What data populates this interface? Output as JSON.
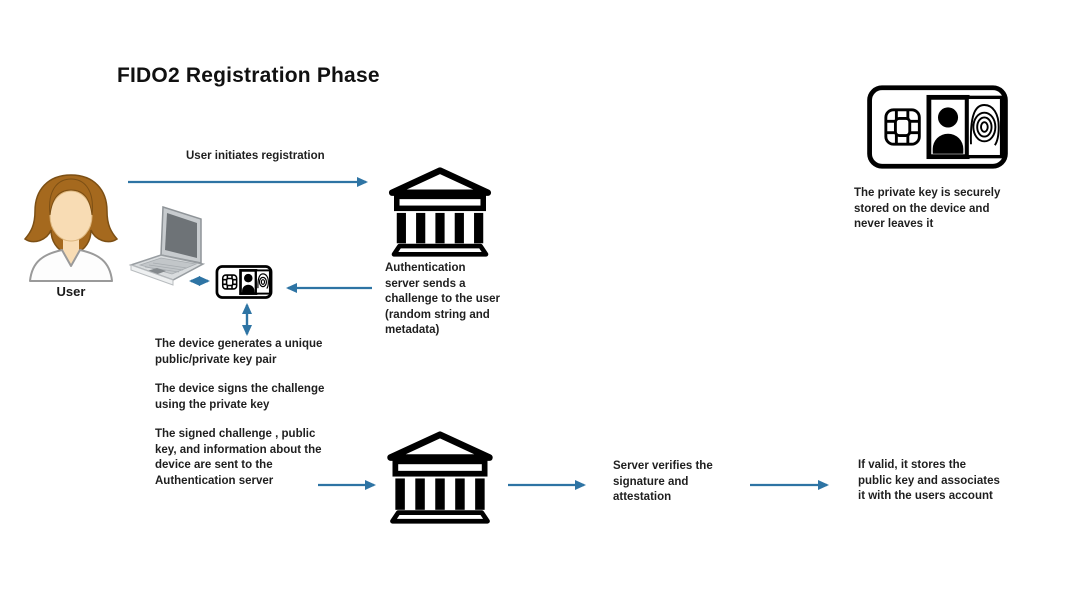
{
  "title": "FIDO2 Registration Phase",
  "user": {
    "label": "User"
  },
  "icons": {
    "user": "woman-user-icon",
    "laptop": "laptop-icon",
    "device_card": "security-key-card-icon",
    "auth_server_top": "bank-building-icon",
    "auth_server_bottom": "bank-building-icon",
    "secure_storage_card": "id-card-chip-fingerprint-icon",
    "arrows": [
      "right-arrow",
      "left-arrow",
      "double-horizontal-arrow",
      "double-vertical-arrow"
    ]
  },
  "steps": {
    "initiate": "User initiates registration",
    "challenge": "Authentication\nserver sends a\nchallenge to the user\n(random string and\nmetadata)",
    "keypair": "The device generates a unique\npublic/private key pair",
    "sign": "The device signs the challenge\nusing the private key",
    "send": "The signed challenge , public\nkey, and information about the\ndevice are sent to the\nAuthentication server",
    "verify": "Server verifies the\nsignature and\nattestation",
    "store": "If valid, it stores the\npublic key and associates\nit with the users account"
  },
  "notes": {
    "private_key": "The private key is securely\nstored on the device and\nnever leaves it"
  },
  "colors": {
    "arrow": "#2e74a4",
    "text": "#1f1f1f",
    "icon": "#000000",
    "hair": "#a5691e",
    "skin": "#f8dcb4"
  }
}
